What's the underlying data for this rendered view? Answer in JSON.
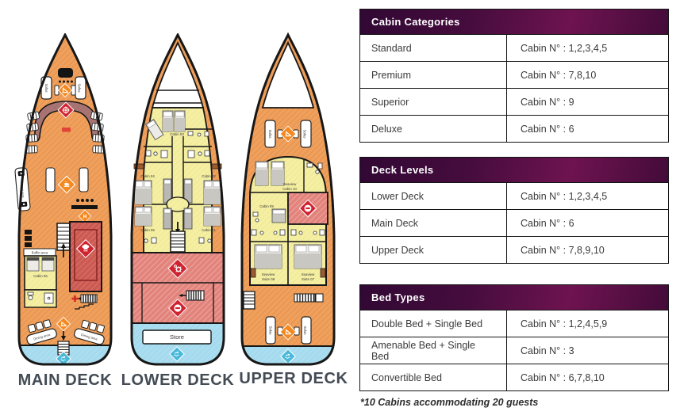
{
  "decks": {
    "main": {
      "caption": "MAIN DECK",
      "sofa_left": "Sofas",
      "sofa_right": "Sofas",
      "camera_area": "Camera area",
      "buffet_area": "Buffet area",
      "cabin_06": "Cabin 06",
      "dining_left": "Dining area",
      "dining_right": "Dining area"
    },
    "lower": {
      "caption": "LOWER DECK",
      "cabin_03": "Cabin 03",
      "cabin_04": "Cabin 04",
      "cabin_02": "Cabin 02",
      "cabin_05": "Cabin 05",
      "cabin_01": "Cabin 01",
      "store": "Store"
    },
    "upper": {
      "caption": "UPPER DECK",
      "sofa_fore_left": "Sofas",
      "sofa_fore_right": "Sofas",
      "sofa_aft_left": "Sofas",
      "sofa_aft_right": "Sofas",
      "seaview_cabin_10_line1": "Seaview",
      "seaview_cabin_10_line2": "Cabin 10",
      "cabin_09": "Cabin 09",
      "suite_08_line1": "Seaview",
      "suite_08_line2": "Suite 08",
      "suite_07_line1": "Seaview",
      "suite_07_line2": "Suite 07"
    }
  },
  "tables": [
    {
      "title": "Cabin Categories",
      "rows": [
        {
          "label": "Standard",
          "value": "Cabin N° : 1,2,3,4,5"
        },
        {
          "label": "Premium",
          "value": "Cabin N° : 7,8,10"
        },
        {
          "label": "Superior",
          "value": "Cabin N° : 9"
        },
        {
          "label": "Deluxe",
          "value": "Cabin N° : 6"
        }
      ]
    },
    {
      "title": "Deck Levels",
      "rows": [
        {
          "label": "Lower Deck",
          "value": "Cabin N° : 1,2,3,4,5"
        },
        {
          "label": "Main Deck",
          "value": "Cabin N° : 6"
        },
        {
          "label": "Upper Deck",
          "value": "Cabin N° : 7,8,9,10"
        }
      ]
    },
    {
      "title": "Bed Types",
      "rows": [
        {
          "label": "Double Bed + Single Bed",
          "value": "Cabin N° : 1,2,4,5,9"
        },
        {
          "label": "Amenable Bed + Single Bed",
          "value": "Cabin N° : 3"
        },
        {
          "label": "Convertible Bed",
          "value": "Cabin N° : 6,7,8,10"
        }
      ]
    }
  ],
  "footnote": "*10 Cabins accommodating 20 guests",
  "icons": {
    "helm": "helm-wheel-icon",
    "chef": "chef-hat-icon",
    "gear": "engine-gear-icon",
    "no_entry": "no-entry-icon",
    "swim": "swim-platform-icon",
    "coffee": "coffee-icon",
    "lounge": "lounge-chair-icon",
    "camera": "camera-icon",
    "ladder": "ladder-icon"
  },
  "colors": {
    "deck_orange": "#efa05c",
    "cabin_yellow": "#f4efa3",
    "crew_red": "#e2837c",
    "galley_red": "#cc5a52",
    "bridge_maroon": "#a87574",
    "stern_blue": "#a9ddef",
    "diamond_orange": "#f5891f",
    "diamond_red": "#cf2430",
    "diamond_blue": "#49b9d9",
    "wood_brown": "#9c5a2e",
    "header_purple_dark": "#310834",
    "header_purple_light": "#6e1350"
  }
}
